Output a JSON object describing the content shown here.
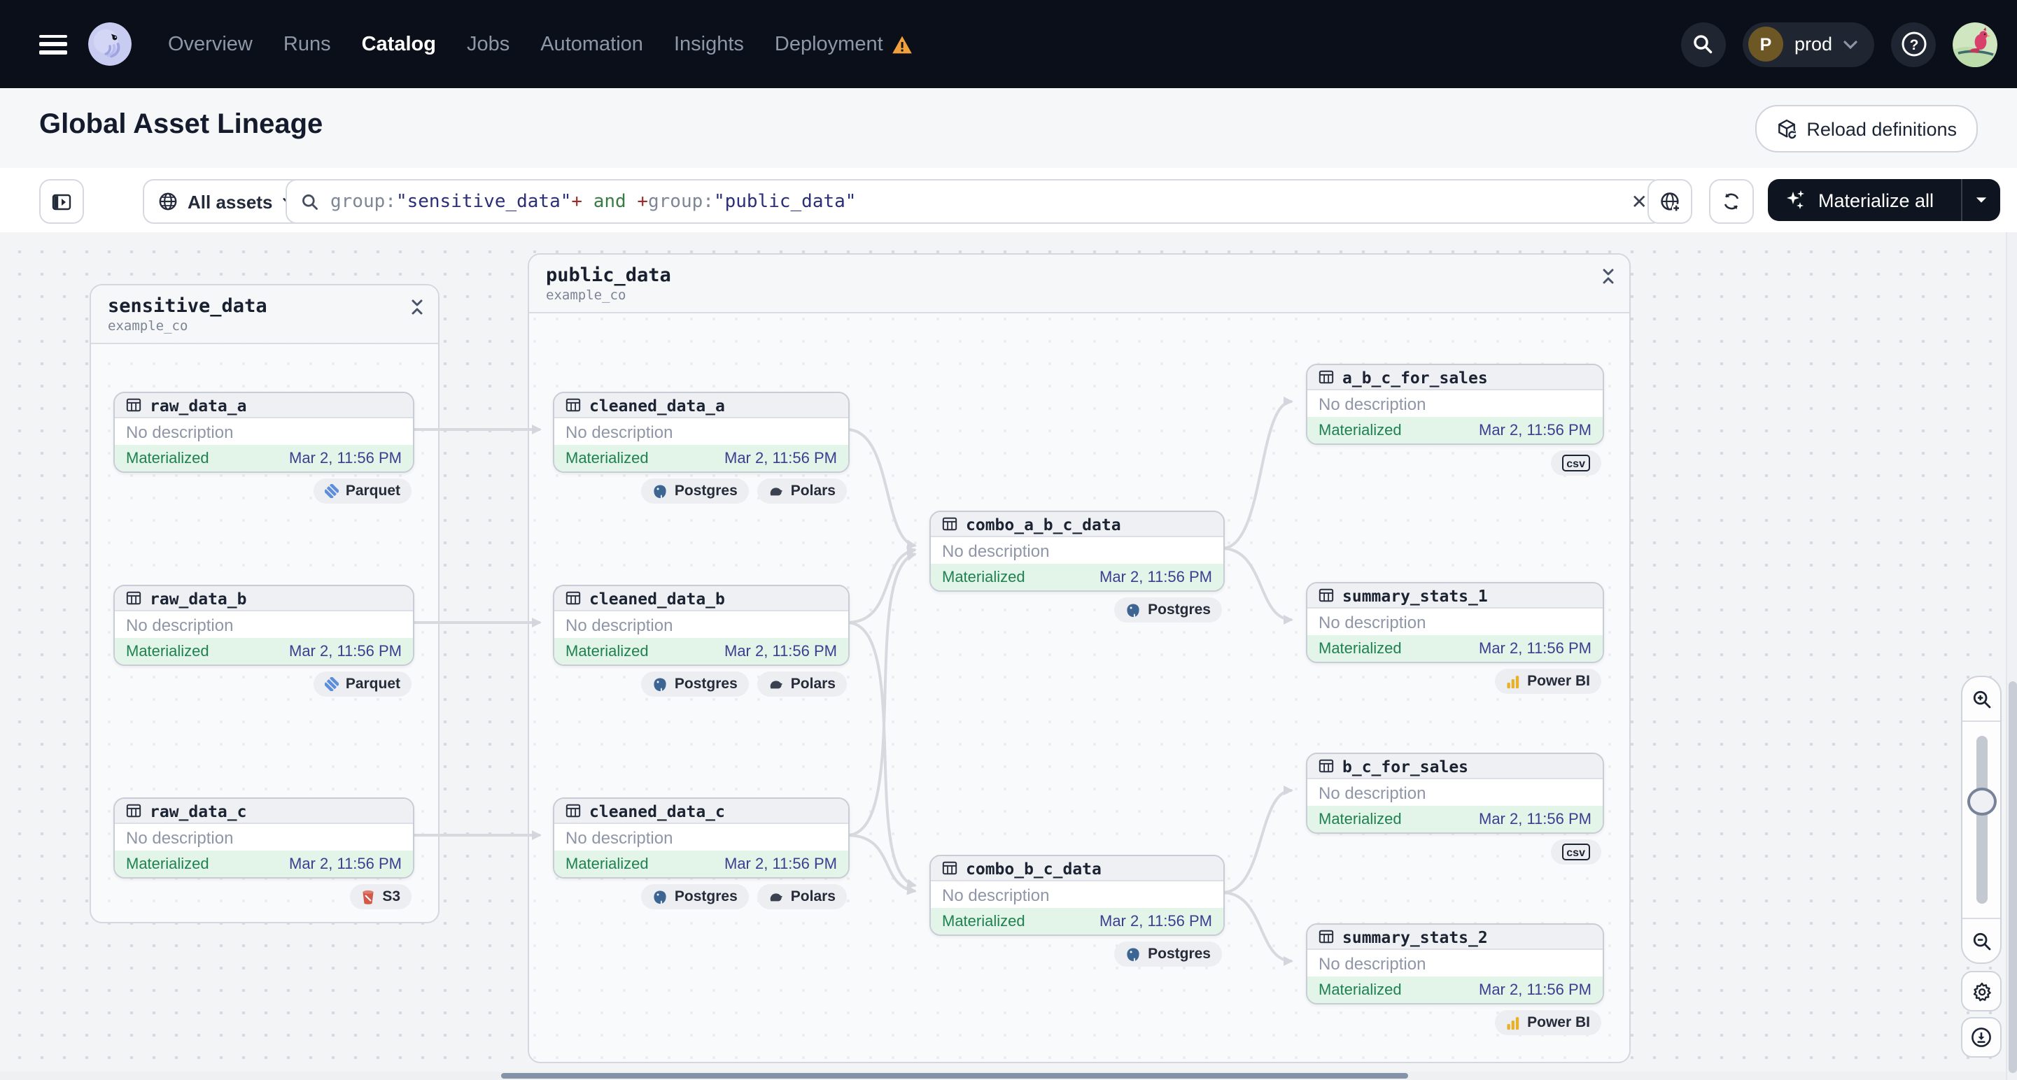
{
  "nav": {
    "items": [
      {
        "label": "Overview"
      },
      {
        "label": "Runs"
      },
      {
        "label": "Catalog"
      },
      {
        "label": "Jobs"
      },
      {
        "label": "Automation"
      },
      {
        "label": "Insights"
      },
      {
        "label": "Deployment"
      }
    ],
    "deployment_switcher": {
      "avatar_letter": "P",
      "label": "prod"
    }
  },
  "header": {
    "title": "Global Asset Lineage",
    "reload_button_label": "Reload definitions"
  },
  "toolbar": {
    "scope_button_label": "All assets",
    "materialize_button_label": "Materialize all",
    "query": {
      "parts": [
        {
          "text": "group:"
        },
        {
          "text": "\"sensitive_data\""
        },
        {
          "text": "+"
        },
        {
          "text": " and "
        },
        {
          "text": "+"
        },
        {
          "text": "group:"
        },
        {
          "text": "\"public_data\""
        }
      ]
    }
  },
  "graph": {
    "groups": {
      "sensitive_data": {
        "name": "sensitive_data",
        "subtitle": "example_co"
      },
      "public_data": {
        "name": "public_data",
        "subtitle": "example_co"
      }
    },
    "nodes": {
      "raw_data_a": {
        "name": "raw_data_a",
        "description": "No description",
        "status": "Materialized",
        "time": "Mar 2, 11:56 PM",
        "badges": [
          {
            "icon": "parquet-icon",
            "label": "Parquet"
          }
        ]
      },
      "raw_data_b": {
        "name": "raw_data_b",
        "description": "No description",
        "status": "Materialized",
        "time": "Mar 2, 11:56 PM",
        "badges": [
          {
            "icon": "parquet-icon",
            "label": "Parquet"
          }
        ]
      },
      "raw_data_c": {
        "name": "raw_data_c",
        "description": "No description",
        "status": "Materialized",
        "time": "Mar 2, 11:56 PM",
        "badges": [
          {
            "icon": "s3-icon",
            "label": "S3"
          }
        ]
      },
      "cleaned_data_a": {
        "name": "cleaned_data_a",
        "description": "No description",
        "status": "Materialized",
        "time": "Mar 2, 11:56 PM",
        "badges": [
          {
            "icon": "postgres-icon",
            "label": "Postgres"
          },
          {
            "icon": "polars-icon",
            "label": "Polars"
          }
        ]
      },
      "cleaned_data_b": {
        "name": "cleaned_data_b",
        "description": "No description",
        "status": "Materialized",
        "time": "Mar 2, 11:56 PM",
        "badges": [
          {
            "icon": "postgres-icon",
            "label": "Postgres"
          },
          {
            "icon": "polars-icon",
            "label": "Polars"
          }
        ]
      },
      "cleaned_data_c": {
        "name": "cleaned_data_c",
        "description": "No description",
        "status": "Materialized",
        "time": "Mar 2, 11:56 PM",
        "badges": [
          {
            "icon": "postgres-icon",
            "label": "Postgres"
          },
          {
            "icon": "polars-icon",
            "label": "Polars"
          }
        ]
      },
      "combo_a_b_c_data": {
        "name": "combo_a_b_c_data",
        "description": "No description",
        "status": "Materialized",
        "time": "Mar 2, 11:56 PM",
        "badges": [
          {
            "icon": "postgres-icon",
            "label": "Postgres"
          }
        ]
      },
      "combo_b_c_data": {
        "name": "combo_b_c_data",
        "description": "No description",
        "status": "Materialized",
        "time": "Mar 2, 11:56 PM",
        "badges": [
          {
            "icon": "postgres-icon",
            "label": "Postgres"
          }
        ]
      },
      "a_b_c_for_sales": {
        "name": "a_b_c_for_sales",
        "description": "No description",
        "status": "Materialized",
        "time": "Mar 2, 11:56 PM",
        "badges": [
          {
            "icon": "csv-icon",
            "label": "csv"
          }
        ]
      },
      "summary_stats_1": {
        "name": "summary_stats_1",
        "description": "No description",
        "status": "Materialized",
        "time": "Mar 2, 11:56 PM",
        "badges": [
          {
            "icon": "powerbi-icon",
            "label": "Power BI"
          }
        ]
      },
      "b_c_for_sales": {
        "name": "b_c_for_sales",
        "description": "No description",
        "status": "Materialized",
        "time": "Mar 2, 11:56 PM",
        "badges": [
          {
            "icon": "csv-icon",
            "label": "csv"
          }
        ]
      },
      "summary_stats_2": {
        "name": "summary_stats_2",
        "description": "No description",
        "status": "Materialized",
        "time": "Mar 2, 11:56 PM",
        "badges": [
          {
            "icon": "powerbi-icon",
            "label": "Power BI"
          }
        ]
      }
    }
  }
}
